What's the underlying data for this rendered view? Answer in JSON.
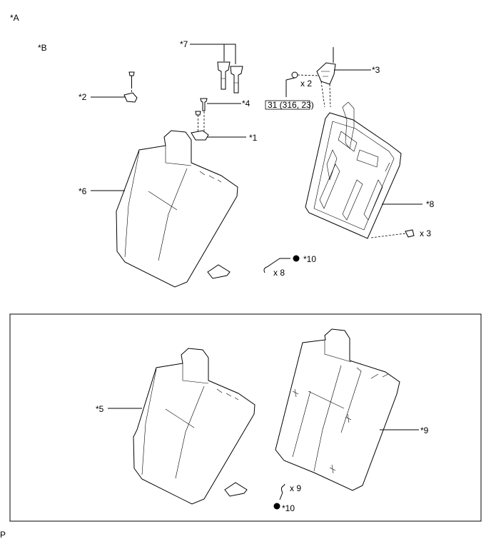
{
  "view_labels": {
    "a": "*A",
    "b": "*B"
  },
  "callouts": {
    "c1": "*1",
    "c2": "*2",
    "c3": "*3",
    "c4": "*4",
    "c5": "*5",
    "c6": "*6",
    "c7": "*7",
    "c8": "*8",
    "c9": "*9",
    "c10_top": "*10",
    "c10_bottom": "*10"
  },
  "quantities": {
    "nut": "x 2",
    "clip_frame": "x 3",
    "hog_ring_top": "x 8",
    "hog_ring_bottom": "x 9"
  },
  "torque_spec": "31 (316, 23)",
  "footer_code": "P"
}
